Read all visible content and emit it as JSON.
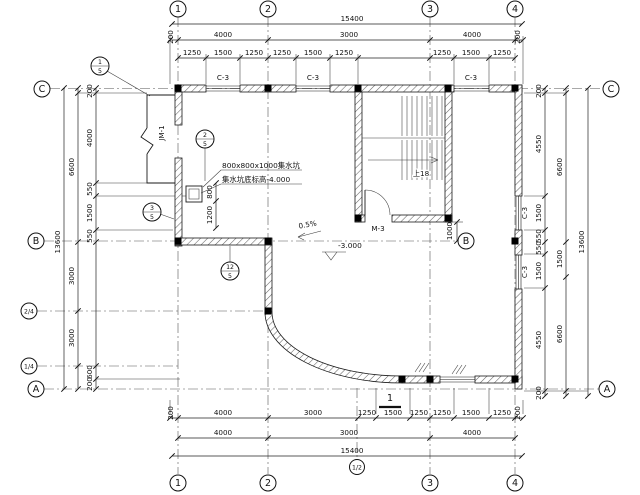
{
  "axis": {
    "top": [
      "1",
      "2",
      "3",
      "4"
    ],
    "bottom": [
      "1",
      "2",
      "3",
      "4"
    ],
    "bottom_extra": "1/2",
    "left_c": "C",
    "left_b": "B",
    "left_24": "2/4",
    "left_14": "1/4",
    "left_a": "A",
    "right_c": "C",
    "right_b": "B",
    "right_a": "A"
  },
  "top_dims": {
    "overall": "15400",
    "span": [
      "200",
      "4000",
      "3000",
      "4000",
      "200"
    ],
    "detail": [
      "1250",
      "1500",
      "1250",
      "1250",
      "1500",
      "1250",
      "1250",
      "1500",
      "1250"
    ],
    "windows": [
      "C-3",
      "C-3",
      "C-3"
    ]
  },
  "bottom_dims": {
    "overall": "15400",
    "span": [
      "4000",
      "3000",
      "4000"
    ],
    "detail": [
      "200",
      "4000",
      "3000",
      "1250",
      "1500",
      "1250",
      "1250",
      "1500",
      "1250",
      "200"
    ]
  },
  "left_dims": {
    "overall": "13600",
    "mid": [
      "6600",
      "3000",
      "3000"
    ],
    "detail": [
      "200",
      "4000",
      "550",
      "1500",
      "550",
      "600",
      "200"
    ]
  },
  "right_dims": {
    "overall": "13600",
    "mid": [
      "6600",
      "1500",
      "6600"
    ],
    "detail": [
      "200",
      "4550",
      "1500",
      "550",
      "550",
      "1500",
      "4550",
      "200"
    ],
    "windows": [
      "C-3",
      "C-3"
    ]
  },
  "plan": {
    "entry_door": "JM-1",
    "stair_door": "M-3",
    "stair_note": "上18",
    "pit_note": "800x800x1000集水坑",
    "pit_elev": "集水坑底标高-4.000",
    "floor_elev": "-3.000",
    "slope": "0.5%",
    "pit_dim_800": "800",
    "pit_dim_1200": "1200",
    "stair_dim_1000": "1000",
    "section_no": "1"
  },
  "details": [
    {
      "no": "1",
      "sheet": "5"
    },
    {
      "no": "2",
      "sheet": "5"
    },
    {
      "no": "3",
      "sheet": "5"
    },
    {
      "no": "12",
      "sheet": "5"
    }
  ]
}
